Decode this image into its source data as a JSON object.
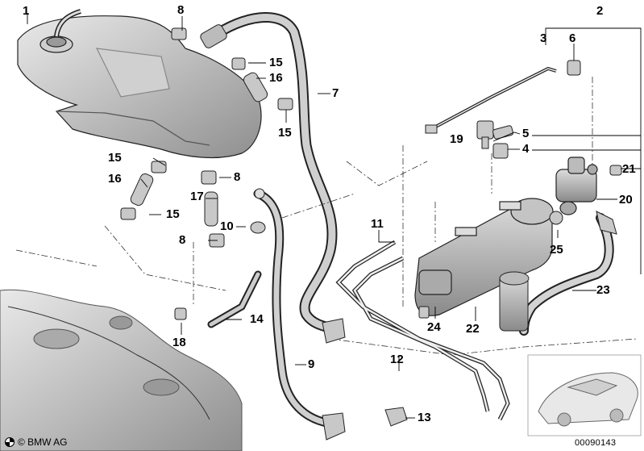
{
  "callouts": [
    "1",
    "2",
    "3",
    "4",
    "5",
    "6",
    "7",
    "8",
    "8",
    "8",
    "9",
    "10",
    "11",
    "12",
    "13",
    "14",
    "15",
    "15",
    "15",
    "15",
    "16",
    "16",
    "17",
    "18",
    "19",
    "20",
    "21",
    "22",
    "23",
    "24",
    "25"
  ],
  "footer": {
    "copyright": "© BMW AG",
    "image_number": "00090143"
  }
}
